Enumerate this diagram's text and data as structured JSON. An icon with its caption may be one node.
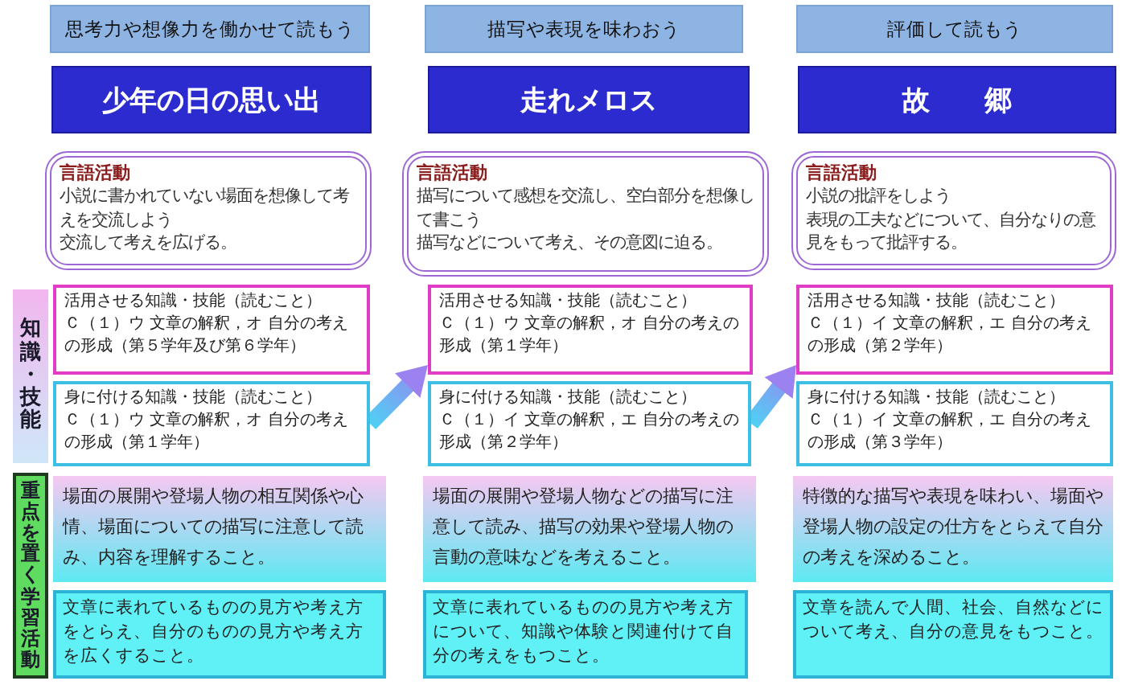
{
  "diagram": {
    "nodes": [
      {
        "text": [
          "思考力や想像力を働かせて読もう"
        ]
      },
      {
        "text": [
          "描写や表現を味わおう"
        ]
      },
      {
        "text": [
          "評価して読もう"
        ]
      },
      {
        "text": [
          "少年の日の思い出"
        ]
      },
      {
        "text": [
          "走れメロス"
        ]
      },
      {
        "text": [
          "故　　郷"
        ]
      },
      {
        "text": [
          "言語活動",
          "小説に書かれていない場面を想像して考えを交流しよう",
          "交流して考えを広げる。"
        ]
      },
      {
        "text": [
          "言語活動",
          "描写について感想を交流し、空白部分を想像して書こう",
          "描写などについて考え、その意図に迫る。"
        ]
      },
      {
        "text": [
          "言語活動",
          "小説の批評をしよう",
          "表現の工夫などについて、自分なりの意見をもって批評する。"
        ]
      },
      {
        "text": [
          "知識・技能"
        ]
      },
      {
        "text": [
          "活用させる知識・技能（読むこと）",
          "Ｃ（１）ウ 文章の解釈，オ 自分の考えの形成（第５学年及び第６学年）"
        ]
      },
      {
        "text": [
          "活用させる知識・技能（読むこと）",
          "Ｃ（１）ウ 文章の解釈，オ 自分の考えの形成（第１学年）"
        ]
      },
      {
        "text": [
          "活用させる知識・技能（読むこと）",
          "Ｃ（１）イ 文章の解釈，エ 自分の考えの形成（第２学年）"
        ]
      },
      {
        "text": [
          "身に付ける知識・技能（読むこと）",
          "Ｃ（１）ウ 文章の解釈，オ 自分の考えの形成（第１学年）"
        ]
      },
      {
        "text": [
          "身に付ける知識・技能（読むこと）",
          "Ｃ（１）イ 文章の解釈，エ 自分の考えの形成（第２学年）"
        ]
      },
      {
        "text": [
          "身に付ける知識・技能（読むこと）",
          "Ｃ（１）イ 文章の解釈，エ 自分の考えの形成（第３学年）"
        ]
      },
      {
        "text": [
          "重点を置く学習活動"
        ]
      },
      {
        "text": [
          "場面の展開や登場人物の相互関係や心情、場面についての描写に注意して読み、内容を理解すること。"
        ]
      },
      {
        "text": [
          "場面の展開や登場人物などの描写に注意して読み、描写の効果や登場人物の言動の意味などを考えること。"
        ]
      },
      {
        "text": [
          "特徴的な描写や表現を味わい、場面や登場人物の設定の仕方をとらえて自分の考えを深めること。"
        ]
      },
      {
        "text": [
          "文章に表れているものの見方や考え方をとらえ、自分のものの見方や考え方を広くすること。"
        ]
      },
      {
        "text": [
          "文章に表れているものの見方や考え方について、知識や体験と関連付けて自分の考えをもつこと。"
        ]
      },
      {
        "text": [
          "文章を読んで人間、社会、自然などについて考え、自分の意見をもつこと。"
        ]
      }
    ],
    "edges": [
      {
        "from": 13,
        "to": 11,
        "arrow": "to"
      },
      {
        "from": 14,
        "to": 12,
        "arrow": "to"
      }
    ]
  }
}
